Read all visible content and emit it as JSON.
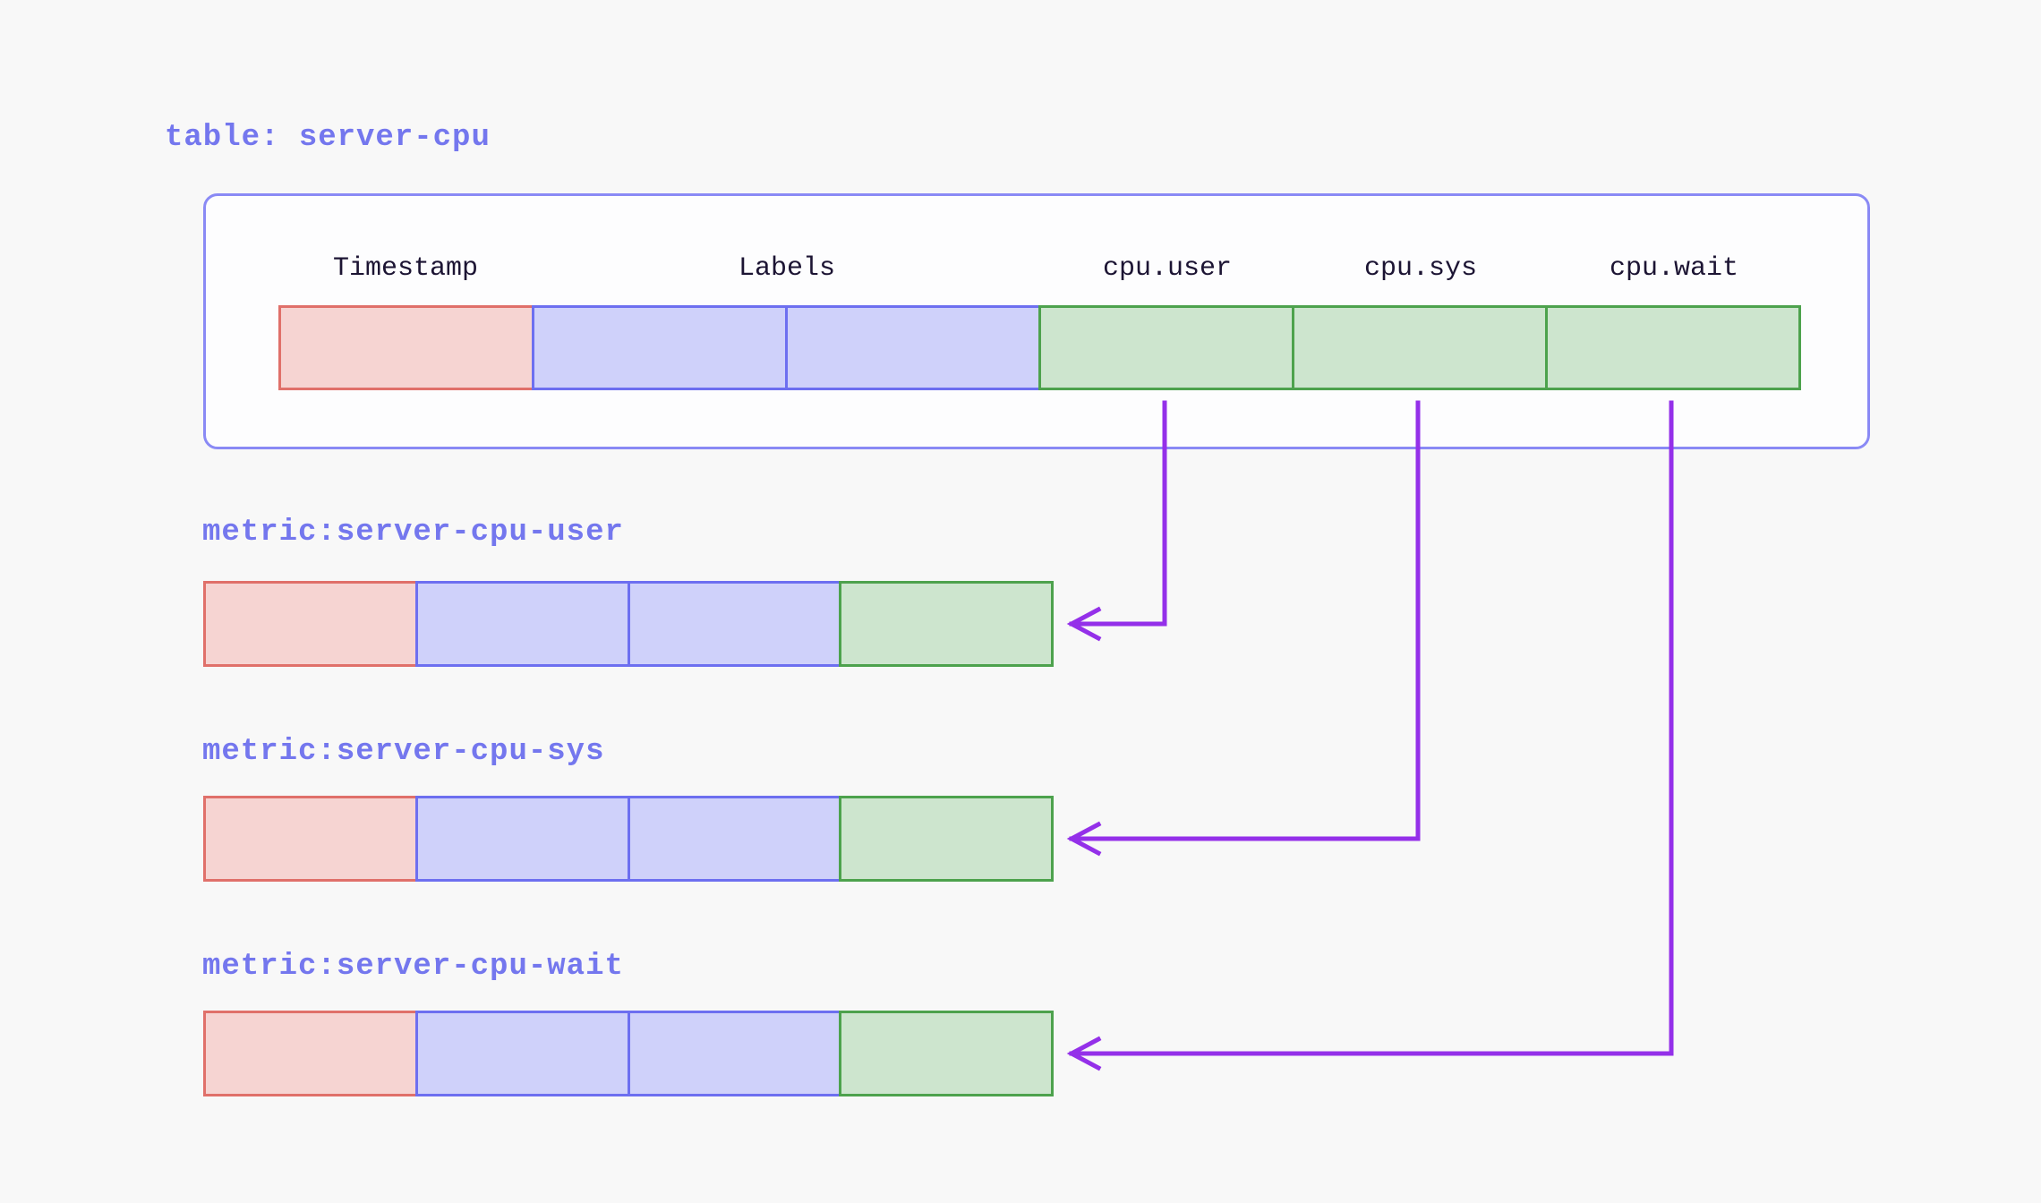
{
  "diagram": {
    "table": {
      "title": "table: server-cpu",
      "column_headers": [
        "Timestamp",
        "Labels",
        "cpu.user",
        "cpu.sys",
        "cpu.wait"
      ],
      "row_cells": [
        "timestamp",
        "labels",
        "labels",
        "value",
        "value",
        "value"
      ]
    },
    "metrics": [
      {
        "title": "metric:server-cpu-user",
        "from_column": "cpu.user",
        "row_cells": [
          "timestamp",
          "labels",
          "labels",
          "value"
        ]
      },
      {
        "title": "metric:server-cpu-sys",
        "from_column": "cpu.sys",
        "row_cells": [
          "timestamp",
          "labels",
          "labels",
          "value"
        ]
      },
      {
        "title": "metric:server-cpu-wait",
        "from_column": "cpu.wait",
        "row_cells": [
          "timestamp",
          "labels",
          "labels",
          "value"
        ]
      }
    ],
    "colors": {
      "page_bg": "#f8f8f8",
      "panel_bg": "#fdfdfe",
      "panel_border": "#8a8af5",
      "heading_text": "#7477ee",
      "header_text": "#1c1433",
      "timestamp_fill": "#f6d4d2",
      "timestamp_border": "#e0706a",
      "labels_fill": "#cfd1fa",
      "labels_border": "#6d6ff0",
      "value_fill": "#cde5ce",
      "value_border": "#4da24d",
      "arrow": "#9430e9"
    }
  }
}
